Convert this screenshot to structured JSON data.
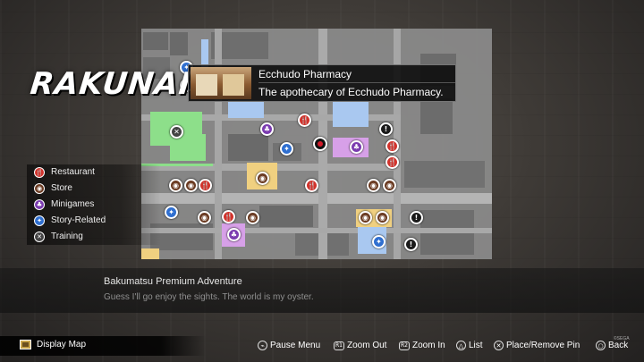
{
  "region": {
    "title": "RAKUNAI"
  },
  "tooltip": {
    "name": "Ecchudo Pharmacy",
    "description": "The apothecary of Ecchudo Pharmacy."
  },
  "legend": {
    "items": [
      {
        "label": "Restaurant",
        "icon": "restaurant-icon",
        "color": "#d2332c",
        "glyph": "🍴"
      },
      {
        "label": "Store",
        "icon": "store-icon",
        "color": "#6b3b22",
        "glyph": "◉"
      },
      {
        "label": "Minigames",
        "icon": "minigame-icon",
        "color": "#7b3cb0",
        "glyph": "♣"
      },
      {
        "label": "Story-Related",
        "icon": "story-icon",
        "color": "#2f6fd0",
        "glyph": "✦"
      },
      {
        "label": "Training",
        "icon": "training-icon",
        "color": "#444444",
        "glyph": "✕"
      }
    ]
  },
  "info": {
    "title": "Bakumatsu Premium Adventure",
    "line": "Guess I'll go enjoy the sights. The world is my oyster."
  },
  "bottom_bar": {
    "display_map": "Display Map",
    "hints": [
      {
        "button": "⌁",
        "label": "Pause Menu"
      },
      {
        "button": "R1",
        "label": "Zoom Out"
      },
      {
        "button": "R2",
        "label": "Zoom In"
      },
      {
        "button": "△",
        "label": "List"
      },
      {
        "button": "✕",
        "label": "Place/Remove Pin"
      },
      {
        "button": "○",
        "label": "Back"
      }
    ],
    "publisher": "©SEGA"
  },
  "colors": {
    "restaurant": "#d2332c",
    "store": "#6b3b22",
    "minigames": "#7b3cb0",
    "story": "#2f6fd0",
    "training_zone": "#8ddf8a",
    "story_zone": "#a9c8f0",
    "minigame_zone": "#d7a0e8",
    "store_zone": "#f0d080",
    "road": "#a8a8a8",
    "building": "#7a7a7a"
  }
}
